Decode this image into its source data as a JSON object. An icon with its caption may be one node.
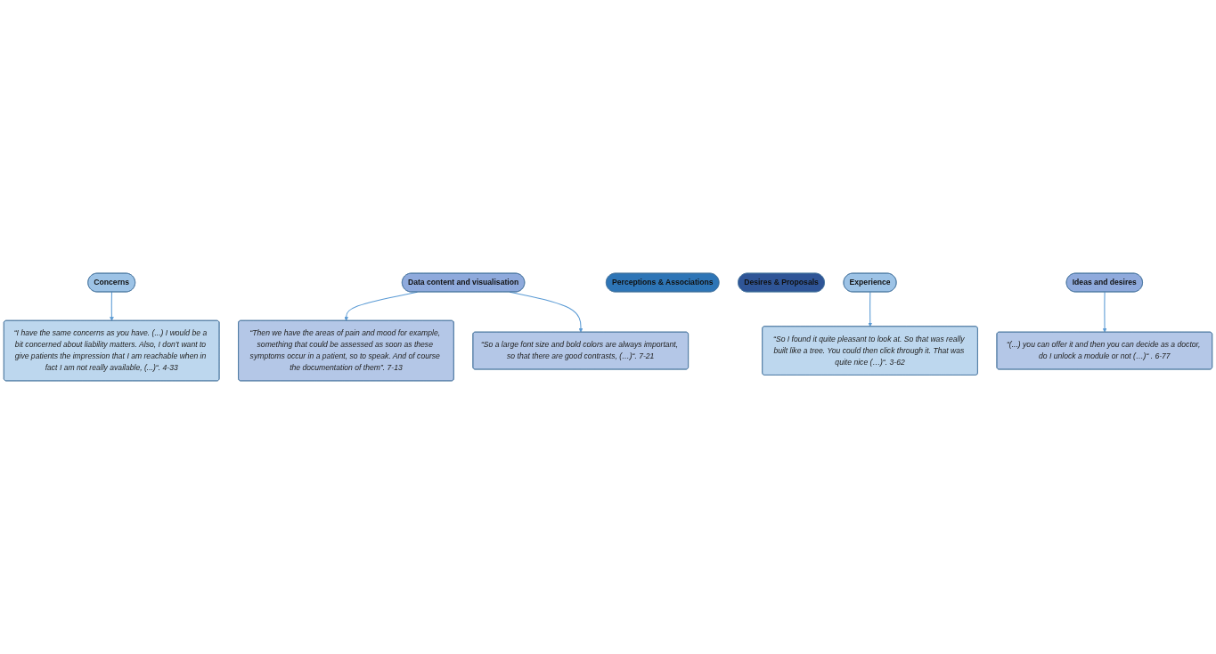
{
  "diagram": {
    "nodes": [
      {
        "text": [
          "“I have the same concerns as you have. (...) I would be a bit concerned about liability matters. Also, I don’t want to give patients the impression that I am reachable when in fact I am not really available, (...)“. 4-33"
        ]
      },
      {
        "text": [
          "“Then we have the areas of pain and mood for example, something that could be assessed as soon as these symptoms occur in a patient, so to speak. And of course the documentation of them”. 7-13"
        ]
      },
      {
        "text": [
          "Concerns"
        ]
      },
      {
        "text": [
          "Data content and visualisation"
        ]
      },
      {
        "text": [
          "“So a large font size and bold colors are always important, so that there are good contrasts, (…)“. 7-21"
        ]
      },
      {
        "text": [
          "Perceptions & Associations"
        ]
      },
      {
        "text": [
          "Desires & Proposals"
        ]
      },
      {
        "text": [
          "Experience"
        ]
      },
      {
        "text": [
          "Ideas and desires"
        ]
      },
      {
        "text": [
          "“So I found it quite pleasant to look at. So that was really built like a tree. You could then click through it. That was quite nice (…)“. 3-62"
        ]
      },
      {
        "text": [
          "“(...) you can offer it and then you can decide as a doctor, do I unlock a module or not (…)“ . 6-77"
        ]
      }
    ],
    "edges": [
      {
        "from": 2,
        "to": 0,
        "arrow": "to"
      },
      {
        "from": 3,
        "to": 1,
        "arrow": "to"
      },
      {
        "from": 3,
        "to": 4,
        "arrow": "to"
      },
      {
        "from": 7,
        "to": 9,
        "arrow": "to"
      },
      {
        "from": 8,
        "to": 10,
        "arrow": "to"
      }
    ]
  }
}
